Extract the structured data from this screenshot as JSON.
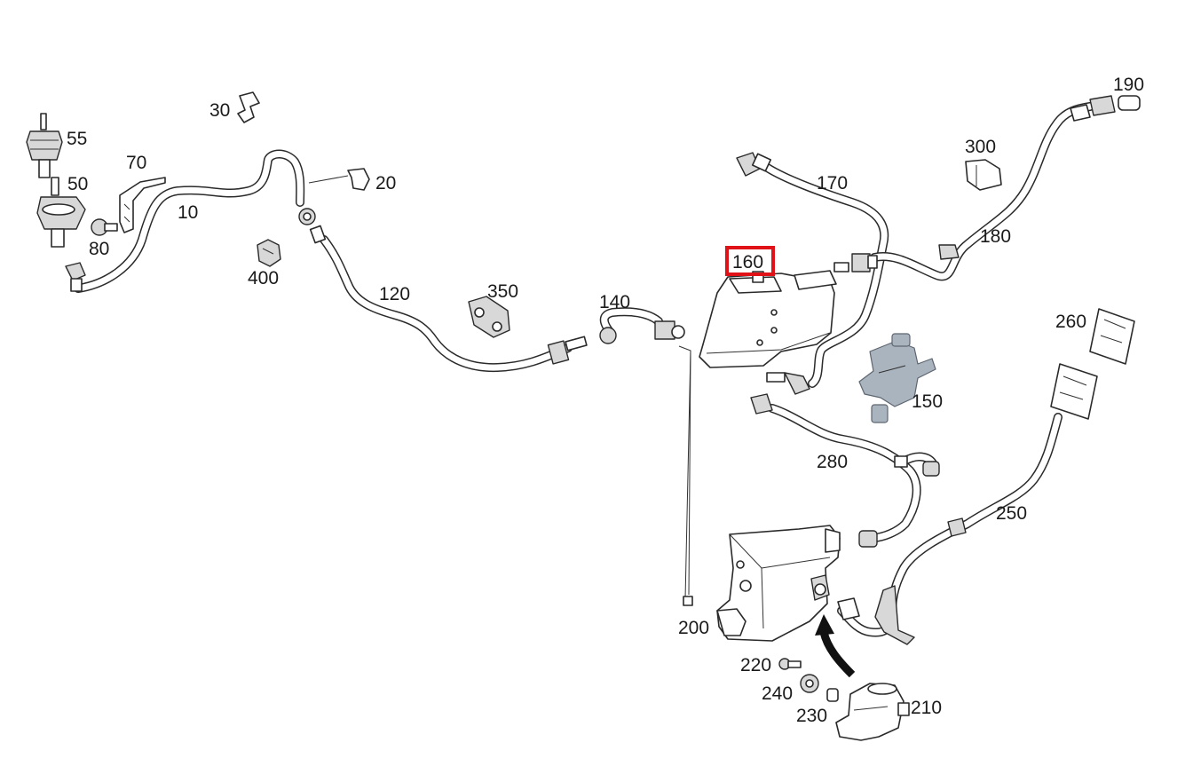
{
  "diagram": {
    "highlight_label": "160",
    "labels": {
      "p10": "10",
      "p20": "20",
      "p30": "30",
      "p50": "50",
      "p55": "55",
      "p70": "70",
      "p80": "80",
      "p120": "120",
      "p140": "140",
      "p150": "150",
      "p160": "160",
      "p170": "170",
      "p180": "180",
      "p190": "190",
      "p200": "200",
      "p210": "210",
      "p220": "220",
      "p230": "230",
      "p240": "240",
      "p250": "250",
      "p260": "260",
      "p280": "280",
      "p300": "300",
      "p350": "350",
      "p400": "400"
    },
    "colors": {
      "highlight": "#e01218",
      "line": "#2a2a2a",
      "grey_part": "#aab4bf"
    }
  }
}
